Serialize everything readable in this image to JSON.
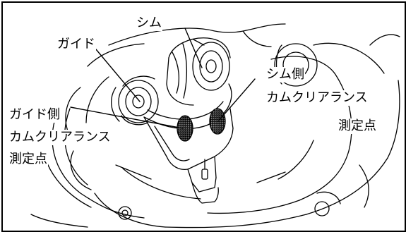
{
  "labels": {
    "shim": "シム",
    "guide": "ガイド",
    "shim_side_line1": "シム側",
    "shim_side_line2": "カムクリアランス",
    "shim_side_line3": "測定点",
    "guide_side_line1": "ガイド側",
    "guide_side_line2": "カムクリアランス",
    "guide_side_line3": "測定点"
  },
  "colors": {
    "line": "#000000",
    "background": "#ffffff"
  }
}
